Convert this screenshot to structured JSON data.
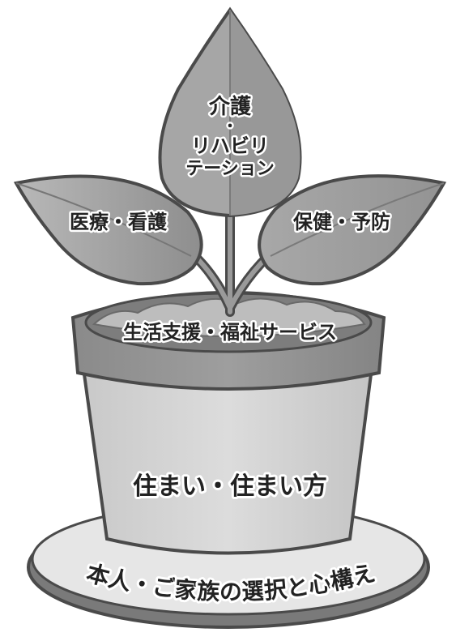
{
  "diagram": {
    "center_leaf": {
      "lines": [
        "介護",
        "・",
        "リハビリ",
        "テーション"
      ]
    },
    "left_leaf": {
      "label": "医療・看護"
    },
    "right_leaf": {
      "label": "保健・予防"
    },
    "soil": {
      "label": "生活支援・福祉サービス"
    },
    "pot": {
      "label": "住まい・住まい方"
    },
    "saucer": {
      "label": "本人・ご家族の選択と心構え"
    }
  }
}
